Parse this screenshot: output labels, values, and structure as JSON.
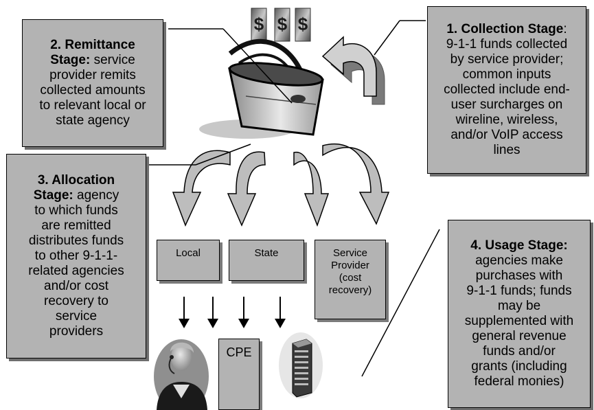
{
  "stages": {
    "collection": {
      "title": "1. Collection Stage",
      "title_suffix": ":",
      "lines": [
        "9-1-1 funds collected",
        "by service provider;",
        "common inputs",
        "collected include end-",
        "user surcharges on",
        "wireline, wireless,",
        "and/or VoIP access",
        "lines"
      ]
    },
    "remittance": {
      "title_line1": "2. Remittance",
      "title_line2": "Stage:",
      "line2_rest": " service",
      "lines": [
        "provider remits",
        "collected amounts",
        "to relevant local or",
        "state agency"
      ]
    },
    "allocation": {
      "title_line1": "3.  Allocation",
      "title_line2": "Stage:",
      "line2_rest": " agency",
      "lines": [
        "to which funds",
        "are remitted",
        "distributes funds",
        "to other 9-1-1-",
        "related agencies",
        "and/or cost",
        "recovery to",
        "service",
        "providers"
      ]
    },
    "usage": {
      "title": "4. Usage Stage:",
      "lines": [
        "agencies make",
        "purchases with",
        "9-1-1 funds; funds",
        "may be",
        "supplemented with",
        "general revenue",
        "funds and/or",
        "grants (including",
        "federal monies)"
      ]
    }
  },
  "flows": {
    "local": "Local",
    "state": "State",
    "service_provider": [
      "Service",
      "Provider",
      "(cost",
      "recovery)"
    ],
    "cpe": "CPE"
  },
  "icons": [
    "dollar-bill-icon",
    "curved-arrow-icon",
    "basket-icon",
    "operator-icon",
    "server-icon"
  ],
  "colors": {
    "box_fill": "#b3b3b3",
    "shadow": "#6e6e6e",
    "arrow_fill": "#bdbdbd"
  }
}
